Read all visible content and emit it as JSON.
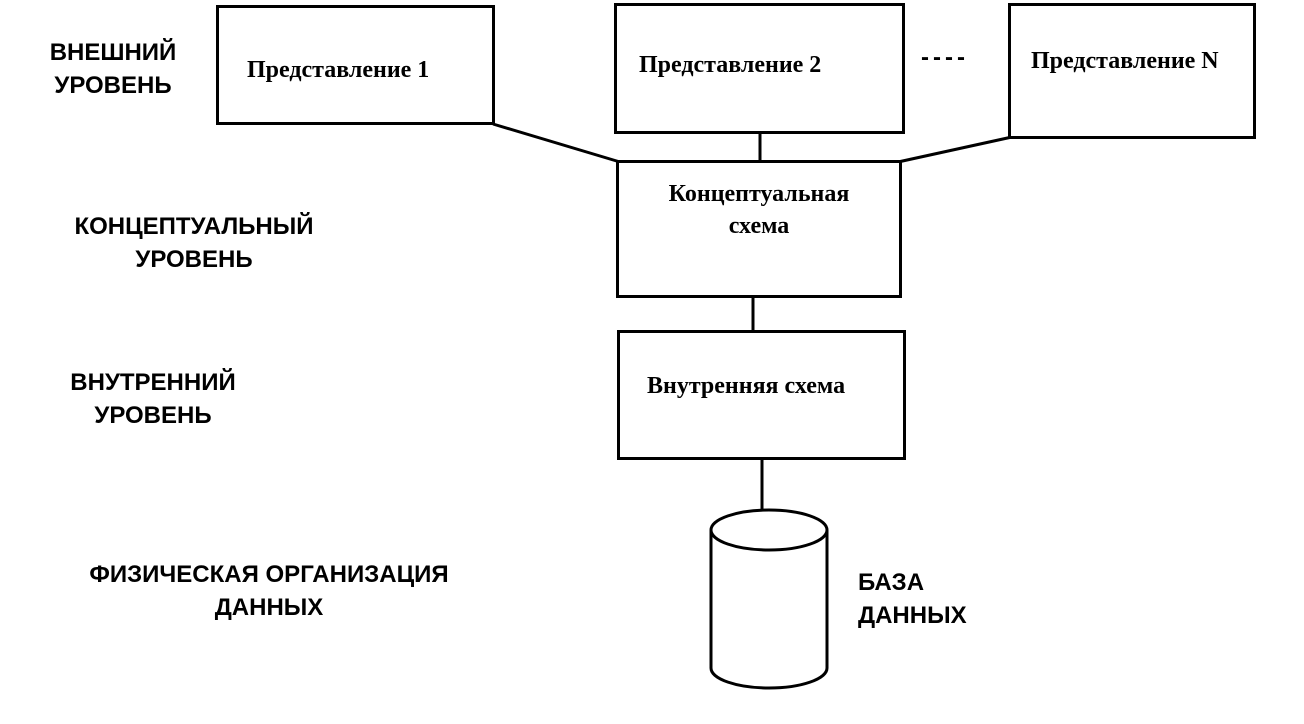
{
  "levels": {
    "external": "ВНЕШНИЙ\nУРОВЕНЬ",
    "conceptual": "КОНЦЕПТУАЛЬНЫЙ\nУРОВЕНЬ",
    "internal": "ВНУТРЕННИЙ\nУРОВЕНЬ",
    "physical": "ФИЗИЧЕСКАЯ ОРГАНИЗАЦИЯ\nДАННЫХ"
  },
  "views": {
    "view1": "Представление 1",
    "view2": "Представление 2",
    "viewN": "Представление N",
    "ellipsis": "----"
  },
  "conceptual_schema": "Концептуальная\nсхема",
  "internal_schema": "Внутренняя схема",
  "database": "БАЗА\nДАННЫХ"
}
